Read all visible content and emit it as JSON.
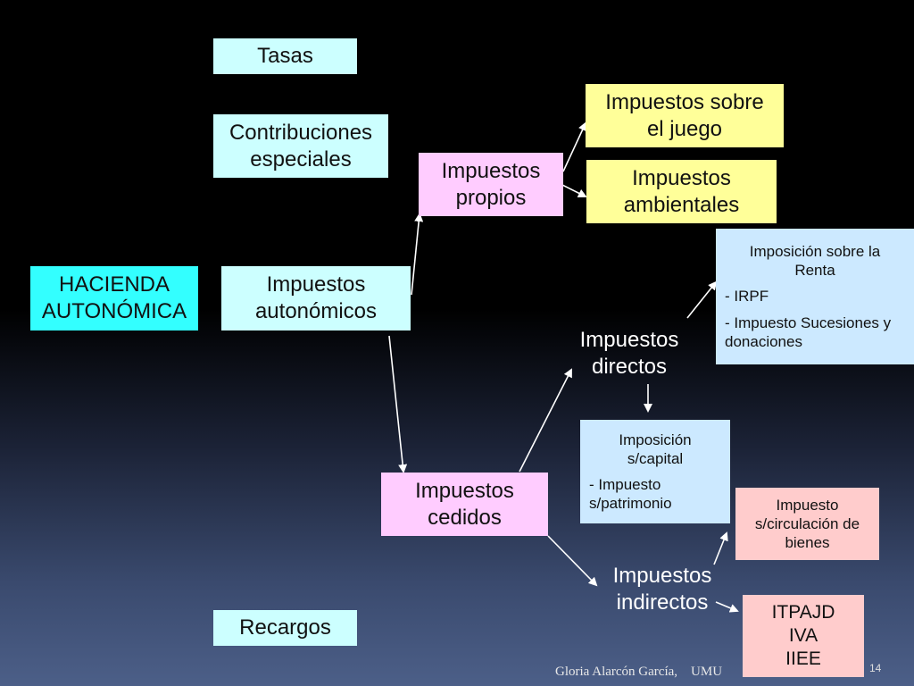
{
  "nodes": {
    "tasas": "Tasas",
    "contribuciones": [
      "Contribuciones",
      "especiales"
    ],
    "hacienda": [
      "HACIENDA",
      "AUTONÓMICA"
    ],
    "autonomicos": [
      "Impuestos",
      "autonómicos"
    ],
    "propios": [
      "Impuestos",
      "propios"
    ],
    "juego": [
      "Impuestos sobre",
      "el juego"
    ],
    "ambientales": [
      "Impuestos",
      "ambientales"
    ],
    "renta": {
      "title": [
        "Imposición sobre la",
        "Renta"
      ],
      "items": [
        "- IRPF",
        "- Impuesto Sucesiones y donaciones"
      ]
    },
    "directos": [
      "Impuestos",
      "directos"
    ],
    "capital": {
      "title": [
        "Imposición",
        "s/capital"
      ],
      "items": [
        "- Impuesto s/patrimonio"
      ]
    },
    "cedidos": [
      "Impuestos",
      "cedidos"
    ],
    "circulacion": [
      "Impuesto",
      "s/circulación de",
      "bienes"
    ],
    "indirectos": [
      "Impuestos",
      "indirectos"
    ],
    "itpajd": [
      "ITPAJD",
      "IVA",
      "IIEE"
    ],
    "recargos": "Recargos"
  },
  "footer": {
    "author": "Gloria Alarcón García,    UMU",
    "page": "14"
  }
}
